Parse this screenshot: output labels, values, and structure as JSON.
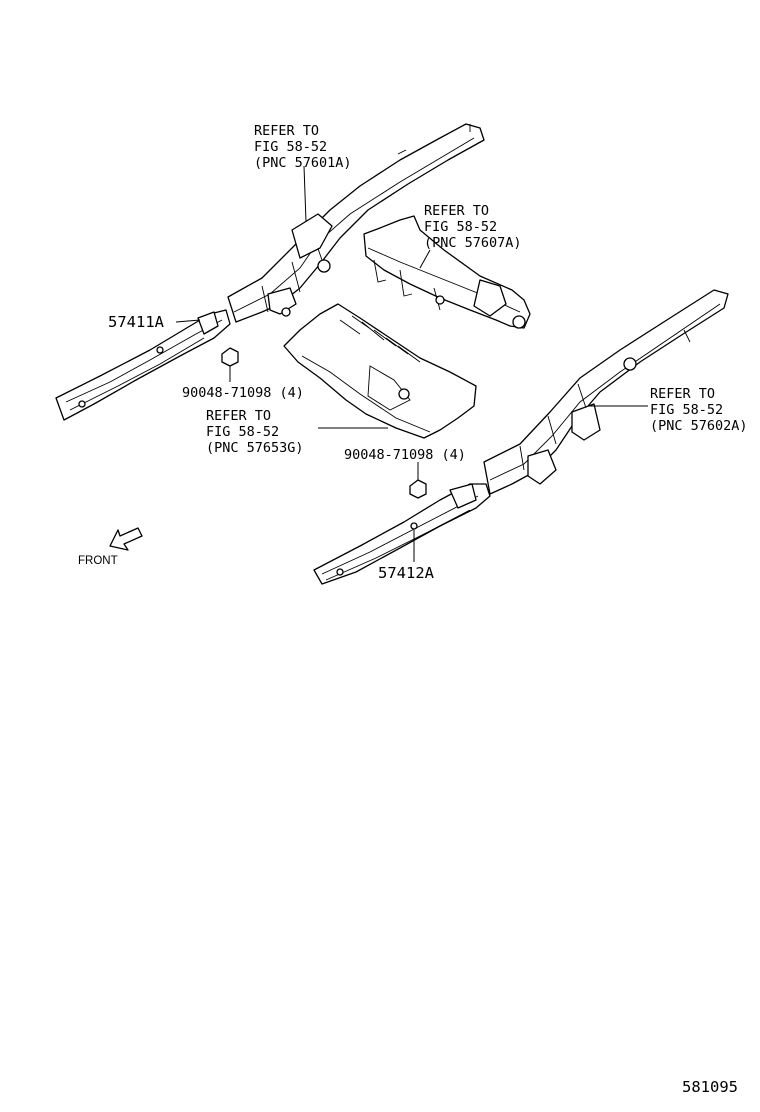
{
  "labels": {
    "ref_57601A": [
      "REFER TO",
      "FIG 58-52",
      "(PNC 57601A)"
    ],
    "ref_57607A": [
      "REFER TO",
      "FIG 58-52",
      "(PNC 57607A)"
    ],
    "ref_57653G": [
      "REFER TO",
      "FIG 58-52",
      "(PNC 57653G)"
    ],
    "ref_57602A": [
      "REFER TO",
      "FIG 58-52",
      "(PNC 57602A)"
    ],
    "part_57411A": "57411A",
    "part_57412A": "57412A",
    "nut_left": "90048-71098 (4)",
    "nut_right": "90048-71098 (4)",
    "front": "FRONT",
    "figure_id": "581095"
  }
}
